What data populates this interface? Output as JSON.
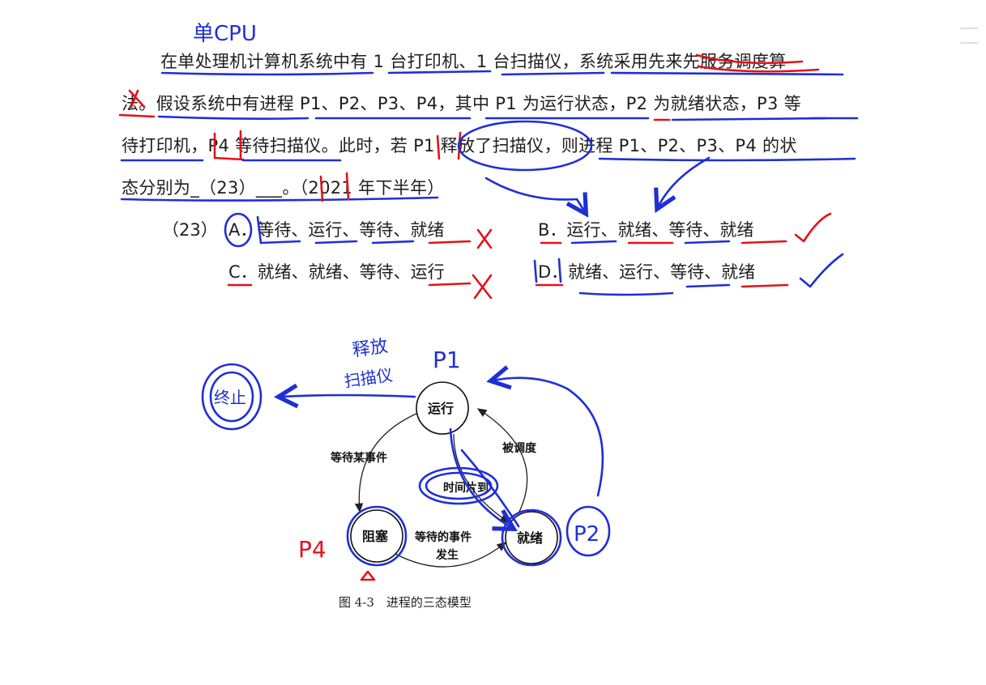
{
  "question": {
    "line1": "在单处理机计算机系统中有 1 台打印机、1 台扫描仪，系统采用先来先服务调度算",
    "line2": "法。假设系统中有进程 P1、P2、P3、P4，其中 P1 为运行状态，P2 为就绪状态，P3 等",
    "line3": "待打印机，P4 等待扫描仪。此时，若 P1 释放了扫描仪，则进程 P1、P2、P3、P4 的状",
    "line4": "态分别为_（23）___。（2021 年下半年）"
  },
  "options": {
    "number": "（23）",
    "a": "A．等待、运行、等待、就绪",
    "b": "B．运行、就绪、等待、就绪",
    "c": "C．就绪、就绪、等待、运行",
    "d": "D．就绪、运行、等待、就绪"
  },
  "diagram": {
    "nodes": {
      "running": "运行",
      "blocked": "阻塞",
      "ready": "就绪"
    },
    "edges": {
      "wait_event": "等待某事件",
      "scheduled": "被调度",
      "time_slice": "时间片到",
      "event_occurs_1": "等待的事件",
      "event_occurs_2": "发生"
    },
    "caption": "图 4-3　进程的三态模型"
  },
  "handwriting": {
    "single_cpu": "单CPU",
    "release_1": "释放",
    "release_2": "扫描仪",
    "terminate": "终止",
    "p1": "P1",
    "p2": "P2",
    "p4": "P4"
  },
  "colors": {
    "ink_blue": "#1f2fd6",
    "ink_red": "#e3121b",
    "text": "#1e1e1e"
  }
}
